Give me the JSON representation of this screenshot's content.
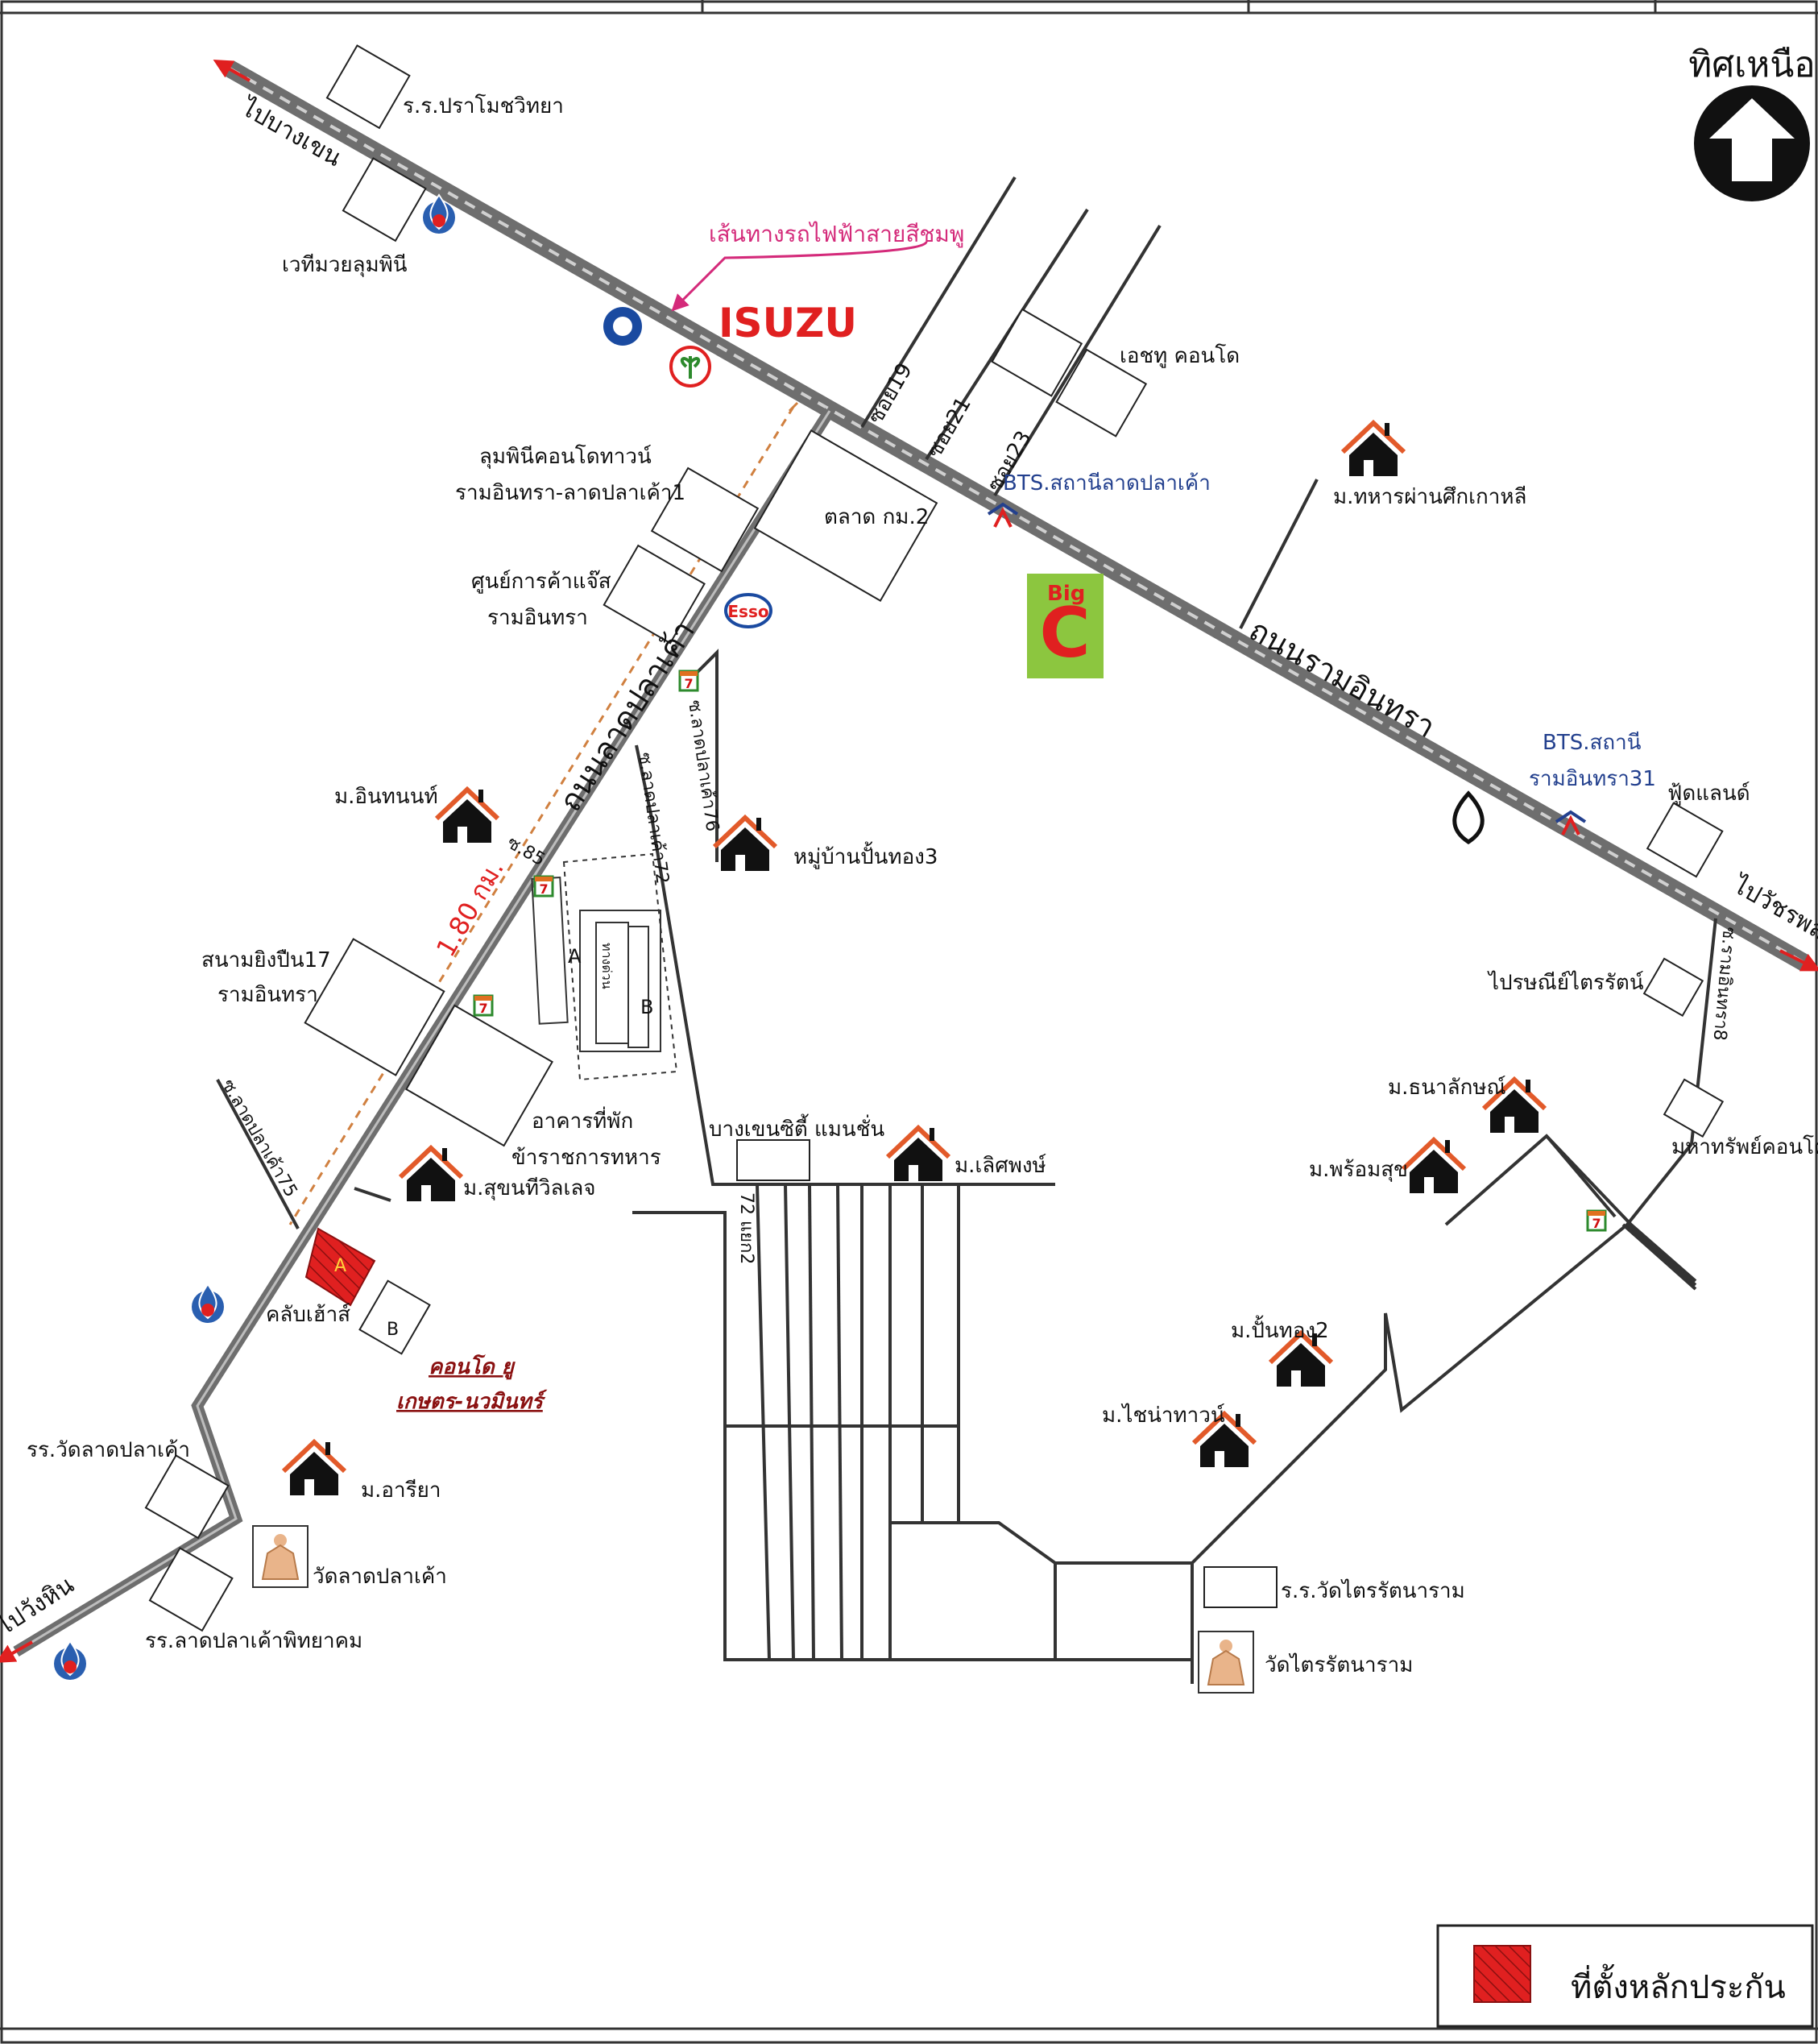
{
  "north": {
    "label": "ทิศเหนือ"
  },
  "roads": {
    "main_east": "ถนนรามอินทรา",
    "lat_pla_khao": "ถนนลาดปลาเค้า",
    "to_bang_khen": "ไปบางเขน",
    "to_watcharaphon": "ไปวัชรพล",
    "to_wang_hin": "ไปวังหิน",
    "soi19": "ซอย19",
    "soi21": "ซอย21",
    "soi23": "ซอย23",
    "soi_85": "ซ.85",
    "soi_76": "ซ.ลาดปลาเค้า76",
    "soi_72": "ซ.ลาดปลาเค้า72",
    "soi_75": "ซ.ลาดปลาเค้า75",
    "soi_72_2": "72 แยก2",
    "soi_ramintra_8": "ซ.รามอินทรา8",
    "ramp": "ทางด่วน",
    "distance": "1.80 กม."
  },
  "pink_line": "เส้นทางรถไฟฟ้าสายสีชมพู",
  "places": {
    "pramot": "ร.ร.ปราโมชวิทยา",
    "lumpini_stadium": "เวทีมวยลุมพินี",
    "lumpini_condo_1": "ลุมพินีคอนโดทาวน์",
    "lumpini_condo_2": "รามอินทรา-ลาดปลาเค้า1",
    "jas_1": "ศูนย์การค้าแจ๊ส",
    "jas_2": "รามอินทรา",
    "market": "ตลาด กม.2",
    "h2_condo": "เอชทู คอนโด",
    "bts_lat_pla_khao": "BTS.สถานีลาดปลาเค้า",
    "korea_village": "ม.ทหารผ่านศึกเกาหลี",
    "bts_ramintra_1": "BTS.สถานี",
    "bts_ramintra_2": "รามอินทรา31",
    "foodland": "ฟู้ดแลนด์",
    "post_office": "ไปรษณีย์ไตรรัตน์",
    "inthanon": "ม.อินทนนท์",
    "ban_pan_thong": "หมู่บ้านปั้นทอง3",
    "range_1": "สนามยิงปืน17",
    "range_2": "รามอินทรา",
    "military_1": "อาคารที่พัก",
    "military_2": "ข้าราชการทหาร",
    "bangkhen_city": "บางเขนซิตี้ แมนชั่น",
    "lertpong": "ม.เลิศพงษ์",
    "thanalak": "ม.ธนาลักษณ์",
    "promsuk": "ม.พร้อมสุข",
    "mahasap": "มหาทรัพย์คอนโด",
    "sukhon": "ม.สุขนทีวิลเลจ",
    "club_house": "คลับเฮ้าส์",
    "condo_u_1": "คอนโด ยู",
    "condo_u_2": "เกษตร-นวมินทร์",
    "panthong2": "ม.ปั้นทอง2",
    "chainatown": "ม.ไชน่าทาวน์",
    "wat_school": "รร.วัดลาดปลาเค้า",
    "ariya": "ม.อารียา",
    "wat_lat": "วัดลาดปลาเค้า",
    "phitthayakhom": "รร.ลาดปลาเค้าพิทยาคม",
    "trairat_school": "ร.ร.วัดไตรรัตนาราม",
    "wat_trairat": "วัดไตรรัตนาราม"
  },
  "brands": {
    "isuzu": "ISUZU",
    "esso": "Esso",
    "big_c": "Big",
    "big_c_letter": "C",
    "bts_logo": "BTS",
    "seven": "7"
  },
  "plot_labels": {
    "a": "A",
    "b": "B"
  },
  "legend": {
    "label": "ที่ตั้งหลักประกัน"
  },
  "colors": {
    "accent_red": "#e02020",
    "pink_line": "#d42a7a",
    "road_gray": "#6e6e6e",
    "roof_orange": "#e25a2a",
    "big_c_green": "#8cc63f",
    "esso_blue": "#1a4aa0",
    "bts_blue": "#23408e"
  }
}
